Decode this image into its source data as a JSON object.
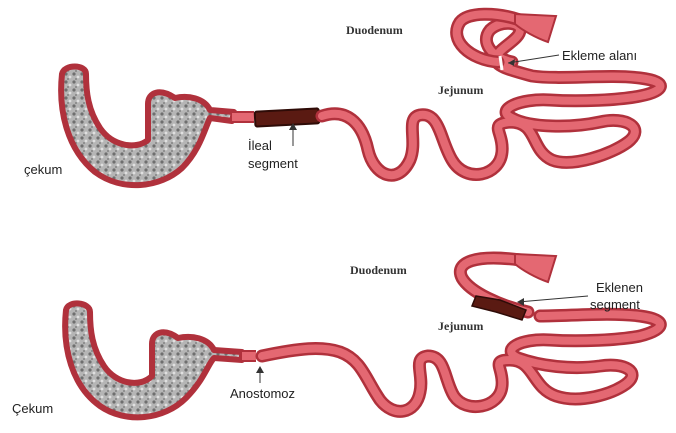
{
  "colors": {
    "intestine_outline": "#b0313c",
    "intestine_fill": "#e46872",
    "cecum_texture": "#9a9a9a",
    "segment_fill": "#5a1a12",
    "background": "#ffffff"
  },
  "top_panel": {
    "duodenum": "Duodenum",
    "jejunum": "Jejunum",
    "ekleme_alani": "Ekleme alanı",
    "ileal_segment_line1": "İleal",
    "ileal_segment_line2": "segment",
    "cekum": "çekum"
  },
  "bottom_panel": {
    "duodenum": "Duodenum",
    "jejunum": "Jejunum",
    "eklenen_line1": "Eklenen",
    "eklenen_line2": "segment",
    "anostomoz": "Anostomoz",
    "cekum": "Çekum"
  }
}
